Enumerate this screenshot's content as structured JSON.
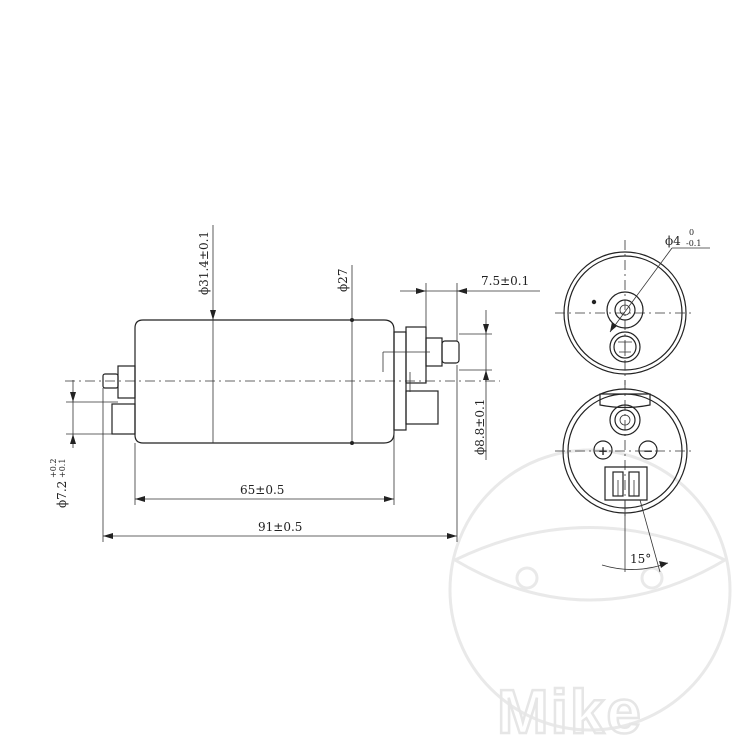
{
  "watermark": {
    "text": "Mike"
  },
  "dimensions": {
    "body_diameter": "ϕ31.4±0.1",
    "outlet_diameter": "ϕ27",
    "outlet_length": "7.5±0.1",
    "outlet_pipe_diameter": "ϕ8.8±0.1",
    "inlet_diameter_base": "ϕ7.2",
    "inlet_tol_upper": "+0.2",
    "inlet_tol_lower": "+0.1",
    "body_length": "65±0.5",
    "overall_length": "91±0.5",
    "terminal_hole_base": "ϕ4",
    "terminal_tol_upper": "0",
    "terminal_tol_lower": "-0.1",
    "connector_angle": "15°"
  },
  "terminals": {
    "plus": "+",
    "minus": "−"
  }
}
